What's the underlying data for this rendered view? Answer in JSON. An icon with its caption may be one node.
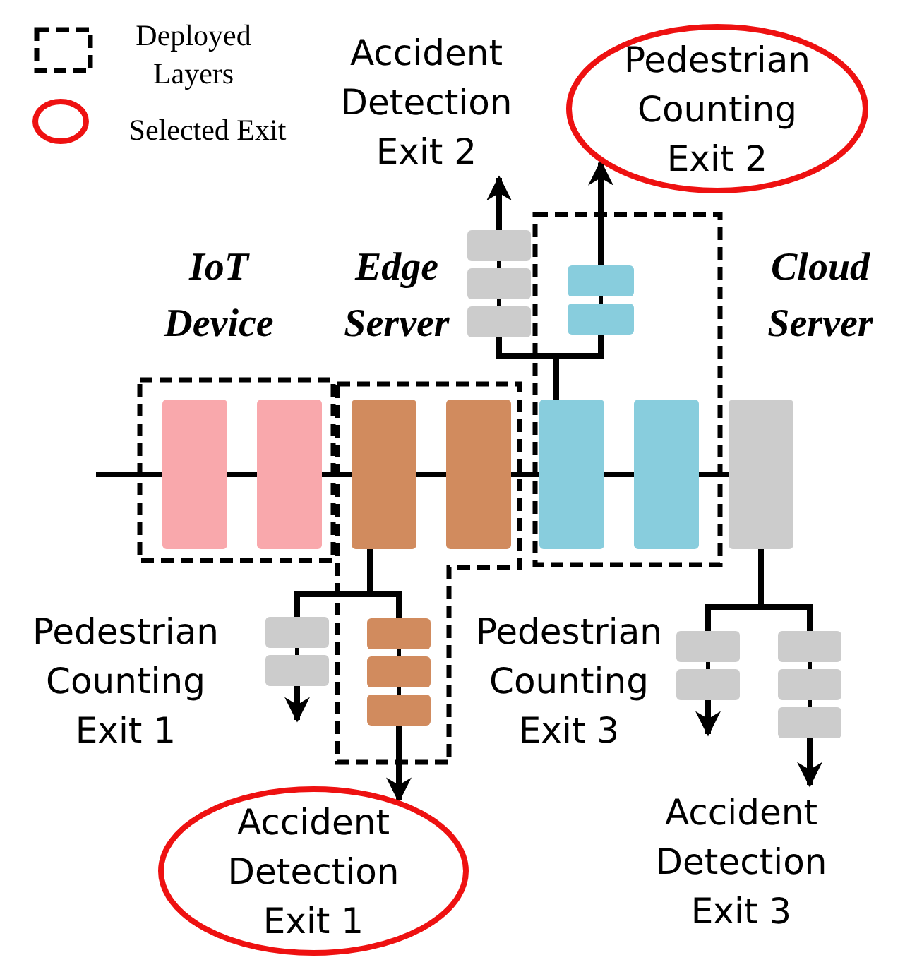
{
  "diagram": {
    "nodes": [
      {
        "text": [
          "Accident Detection Exit 2"
        ]
      },
      {
        "text": [
          "Pedestrian Counting Exit 2"
        ]
      },
      {
        "text": [],
        "shape": "box"
      },
      {
        "text": [],
        "shape": "box"
      },
      {
        "text": [],
        "shape": "bar"
      },
      {
        "text": [],
        "shape": "bar"
      },
      {
        "text": [],
        "shape": "bar"
      },
      {
        "text": [],
        "shape": "bar"
      },
      {
        "text": [],
        "shape": "bar"
      },
      {
        "text": [],
        "shape": "bar"
      },
      {
        "text": [],
        "shape": "bar"
      },
      {
        "text": [],
        "shape": "box",
        "beside": [
          "Pedestrian Counting Exit 1"
        ]
      },
      {
        "text": [],
        "shape": "box"
      },
      {
        "text": [],
        "shape": "box",
        "beside": [
          "Pedestrian Counting Exit 3"
        ]
      },
      {
        "text": [],
        "shape": "box"
      },
      {
        "text": [
          "Accident Detection Exit 1"
        ]
      },
      {
        "text": [
          "Accident Detection Exit 3"
        ]
      }
    ],
    "edges": [
      {
        "from": null,
        "to": 4,
        "arrow": "none"
      },
      {
        "from": 4,
        "to": 5,
        "arrow": "none"
      },
      {
        "from": 5,
        "to": 6,
        "arrow": "none"
      },
      {
        "from": 6,
        "to": 7,
        "arrow": "none"
      },
      {
        "from": 7,
        "to": 8,
        "arrow": "none"
      },
      {
        "from": 8,
        "to": 9,
        "arrow": "none"
      },
      {
        "from": 9,
        "to": 10,
        "arrow": "none"
      },
      {
        "from": 8,
        "to": 2,
        "arrow": "none"
      },
      {
        "from": 8,
        "to": 3,
        "arrow": "none"
      },
      {
        "from": 2,
        "to": 0,
        "arrow": "to"
      },
      {
        "from": 3,
        "to": 1,
        "arrow": "to"
      },
      {
        "from": 6,
        "to": 11,
        "arrow": "none"
      },
      {
        "from": 6,
        "to": 12,
        "arrow": "none"
      },
      {
        "from": 11,
        "to": null,
        "arrow": "to"
      },
      {
        "from": 12,
        "to": 15,
        "arrow": "to"
      },
      {
        "from": 10,
        "to": 13,
        "arrow": "none"
      },
      {
        "from": 10,
        "to": 14,
        "arrow": "none"
      },
      {
        "from": 13,
        "to": null,
        "arrow": "to"
      },
      {
        "from": 14,
        "to": 16,
        "arrow": "to"
      }
    ],
    "labels": [
      "IoT Device",
      "Edge Server",
      "Cloud Server"
    ],
    "legend": [
      {
        "text": "Deployed Layers"
      },
      {
        "text": "Selected Exit"
      }
    ]
  }
}
